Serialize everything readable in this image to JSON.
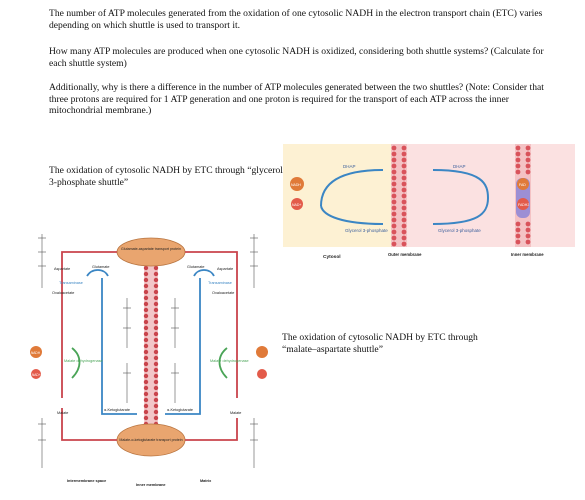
{
  "question": {
    "p1": "The number of ATP molecules generated from the oxidation of one cytosolic NADH in the electron transport chain (ETC) varies depending on which shuttle is used to transport it.",
    "p2": "How many ATP molecules are produced when one cytosolic NADH is oxidized, considering both shuttle systems? (Calculate for each shuttle system)",
    "p3": "Additionally, why is there a difference in the number of ATP molecules generated between the two shuttles? (Note: Consider that three protons are required for 1 ATP generation and one proton is required for the transport of each ATP across the inner mitochondrial membrane.)"
  },
  "captions": {
    "glycerol": "The oxidation of cytosolic NADH by ETC through “glycerol-3-phosphate shuttle”",
    "malate": "The oxidation of cytosolic NADH by ETC through “malate–aspartate shuttle”"
  },
  "glycerol_figure": {
    "labels": {
      "dhap_left": "DHAP",
      "dhap_right": "DHAP",
      "g3p_left": "Glycerol 3-phosphate",
      "g3p_right": "Glycerol 3-phosphate",
      "nadh": "NADH",
      "nad": "NAD+",
      "fad": "FAD",
      "fadh2": "FADH2",
      "cytosol": "Cytosol",
      "outer_membrane": "Outer membrane",
      "inner_membrane": "Inner membrane"
    },
    "colors": {
      "cytosol_bg": "#fdf1d3",
      "matrix_bg": "#fbe1e1",
      "membrane": "#d9535b",
      "arrow": "#3b86c4"
    }
  },
  "malate_figure": {
    "labels": {
      "top_transporter": "Glutamate-aspartate transport protein",
      "bottom_transporter": "Malate-α-ketoglutarate transport protein",
      "aspartate_left": "Aspartate",
      "aspartate_right": "Aspartate",
      "glutamate_left": "Glutamate",
      "glutamate_right": "Glutamate",
      "transaminase_left": "Transaminase",
      "transaminase_right": "Transaminase",
      "oxaloacetate_left": "Oxaloacetate",
      "oxaloacetate_right": "Oxaloacetate",
      "malate_dh_left": "Malate dehydrogenase",
      "malate_dh_right": "Malate dehydrogenase",
      "malate_left": "Malate",
      "malate_right": "Malate",
      "akg_left": "α-Ketoglutarate",
      "akg_right": "α-Ketoglutarate",
      "intermembrane": "Intermembrane space",
      "matrix": "Matrix",
      "inner_membrane": "Inner membrane",
      "nadh": "NADH",
      "nad": "NAD+"
    },
    "colors": {
      "transporter": "#e9a56f",
      "membrane": "#c9444c",
      "red_arrow": "#c9444c",
      "blue_arrow": "#3b86c4",
      "green": "#4aa457"
    }
  }
}
